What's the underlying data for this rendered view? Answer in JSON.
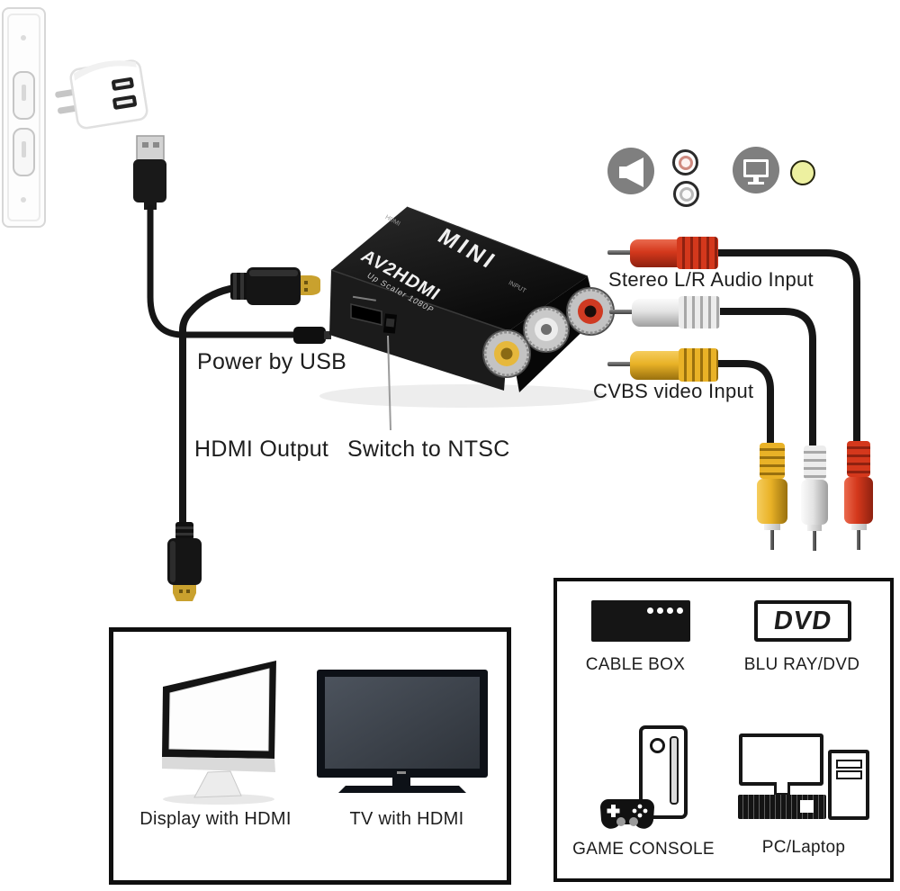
{
  "labels": {
    "power_by_usb": "Power by USB",
    "hdmi_output": "HDMI Output",
    "switch_to_ntsc": "Switch to NTSC",
    "stereo_audio_input": "Stereo L/R Audio Input",
    "cvbs_video_input": "CVBS video Input"
  },
  "converter": {
    "brand": "MINI",
    "model": "AV2HDMI",
    "subtitle": "Up Scaler 1080P",
    "hdmi_marking": "HDMI",
    "input_marking": "INPUT"
  },
  "sources_panel": {
    "cable_box_label": "CABLE BOX",
    "dvd_logo": "DVD",
    "bluray_label": "BLU RAY/DVD",
    "game_console_label": "GAME CONSOLE",
    "pc_label": "PC/Laptop"
  },
  "displays_panel": {
    "display_label": "Display with HDMI",
    "tv_label": "TV with HDMI"
  },
  "icons": {
    "speaker": "speaker-icon",
    "audio_rca_red": "red-rca-icon",
    "audio_rca_white": "white-rca-icon",
    "monitor": "monitor-icon",
    "video_rca_yellow": "yellow-rca-icon"
  },
  "colors": {
    "rca_red": "#d4381c",
    "rca_white": "#e8e8e8",
    "rca_yellow": "#e9b227",
    "cable_black": "#161616",
    "icon_gray": "#7f7f7f",
    "yellow_icon_fill": "#edf0a0"
  }
}
